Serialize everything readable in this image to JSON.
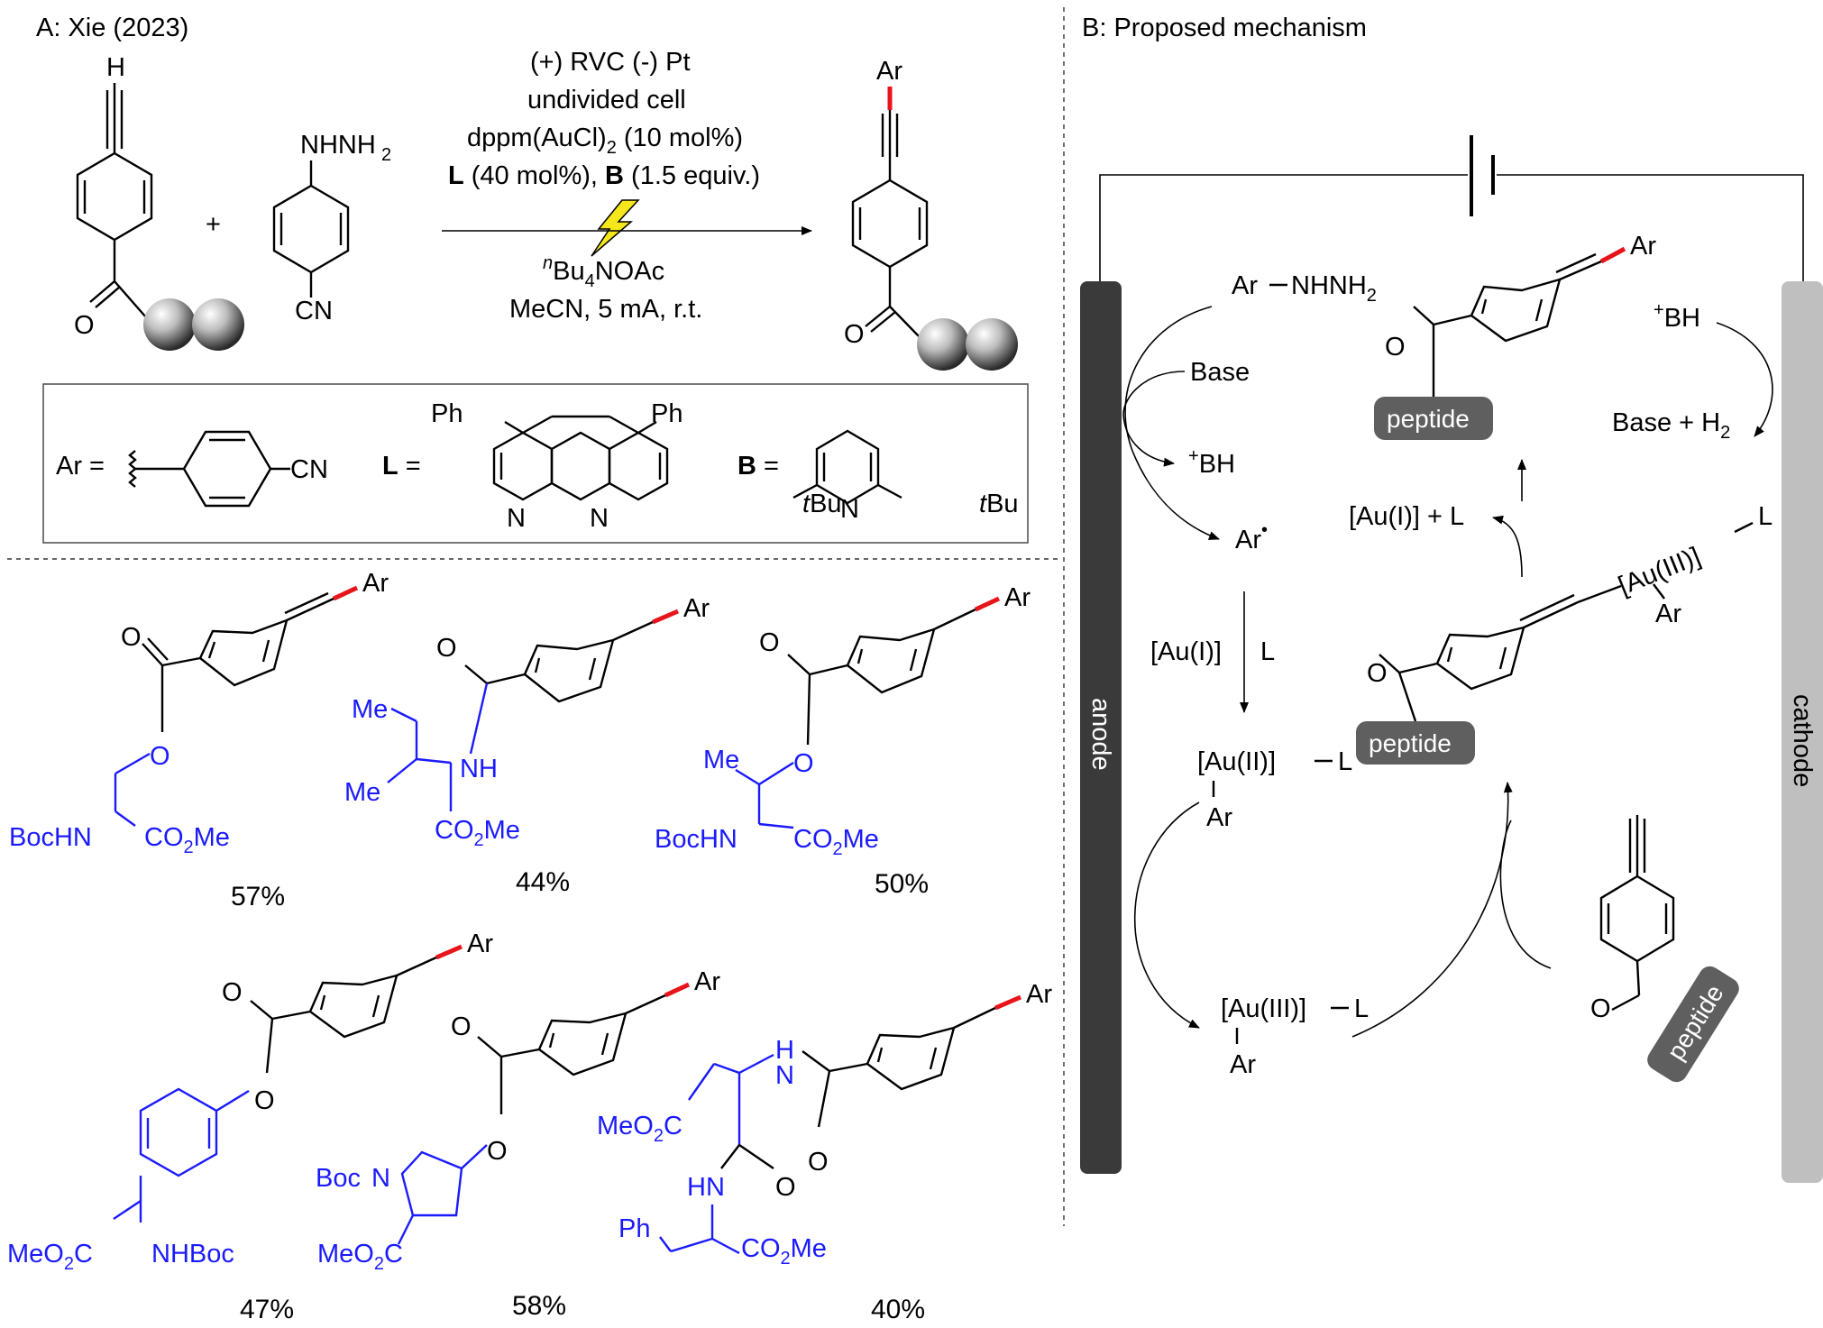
{
  "panel_a": {
    "title": "A: Xie (2023)",
    "reaction": {
      "alkyne_h": "H",
      "plus": "+",
      "hydrazine_top": "NHNH",
      "hydrazine_top_sub": "2",
      "hydrazine_bottom": "CN",
      "oxygen": "O",
      "product_ar": "Ar",
      "cond_line1": "(+) RVC (-) Pt",
      "cond_line2": "undivided cell",
      "cond_line3_a": "dppm(AuCl)",
      "cond_line3_sub": "2",
      "cond_line3_b": " (10 mol%)",
      "cond_line4_L": "L",
      "cond_line4_a": " (40 mol%), ",
      "cond_line4_B": "B",
      "cond_line4_b": " (1.5 equiv.)",
      "cond_line5_sup": "n",
      "cond_line5_a": "Bu",
      "cond_line5_sub": "4",
      "cond_line5_b": "NOAc",
      "cond_line6": "MeCN, 5 mA, r.t."
    },
    "legend": {
      "ar_label": "Ar =",
      "ar_cn": "CN",
      "l_label": "L",
      "l_eq": " =",
      "ph1": "Ph",
      "ph2": "Ph",
      "n1": "N",
      "n2": "N",
      "b_label": "B",
      "b_eq": " =",
      "tbu_left_i": "t",
      "tbu_left": "Bu",
      "tbu_right_i": "t",
      "tbu_right": "Bu",
      "b_n": "N"
    },
    "products": [
      {
        "yield": "57%",
        "labels": [
          "BocHN",
          "CO",
          "2",
          "Me",
          "O",
          "O",
          "Ar"
        ]
      },
      {
        "yield": "44%",
        "labels": [
          "Me",
          "Me",
          "NH",
          "CO",
          "2",
          "Me",
          "O",
          "Ar"
        ]
      },
      {
        "yield": "50%",
        "labels": [
          "Me",
          "BocHN",
          "CO",
          "2",
          "Me",
          "O",
          "O",
          "Ar"
        ]
      },
      {
        "yield": "47%",
        "labels": [
          "MeO",
          "2",
          "C",
          "NHBoc",
          "O",
          "O",
          "Ar"
        ]
      },
      {
        "yield": "58%",
        "labels": [
          "Boc",
          "N",
          "MeO",
          "2",
          "C",
          "O",
          "O",
          "Ar"
        ]
      },
      {
        "yield": "40%",
        "labels": [
          "MeO",
          "2",
          "C",
          "H",
          "N",
          "HN",
          "O",
          "O",
          "Ph",
          "CO",
          "2",
          "Me",
          "Ar"
        ]
      }
    ]
  },
  "panel_b": {
    "title": "B: Proposed mechanism",
    "anode": "anode",
    "cathode": "cathode",
    "ar_nhnh2_a": "Ar",
    "ar_nhnh2_b": "NHNH",
    "ar_nhnh2_sub": "2",
    "base": "Base",
    "bh_sup": "+",
    "bh": "BH",
    "ar_radical": "Ar",
    "ar_radical_dot": "•",
    "au1": "[Au(I)]",
    "l": "L",
    "au2_complex": "[Au(II)]",
    "au2_l": "L",
    "au2_ar": "Ar",
    "au3_complex": "[Au(III)]",
    "au3_l": "L",
    "au3_ar": "Ar",
    "au1_plus_l": "[Au(I)] + L",
    "peptide_top": "peptide",
    "peptide_mid": "peptide",
    "peptide_bottom": "peptide",
    "product_ar": "Ar",
    "intermediate_au": "[Au(III)]",
    "intermediate_l": "L",
    "intermediate_ar": "Ar",
    "cathode_bh_sup": "+",
    "cathode_bh": "BH",
    "base_h2": "Base + H",
    "base_h2_sub": "2",
    "o": "O"
  },
  "colors": {
    "accent_red": "#e8141b",
    "amino_blue": "#1a1aff",
    "anode": "#3a3a3a",
    "cathode": "#bfbfbf",
    "peptide_pill": "#5f5f5f",
    "bolt": "#f5e71c"
  }
}
